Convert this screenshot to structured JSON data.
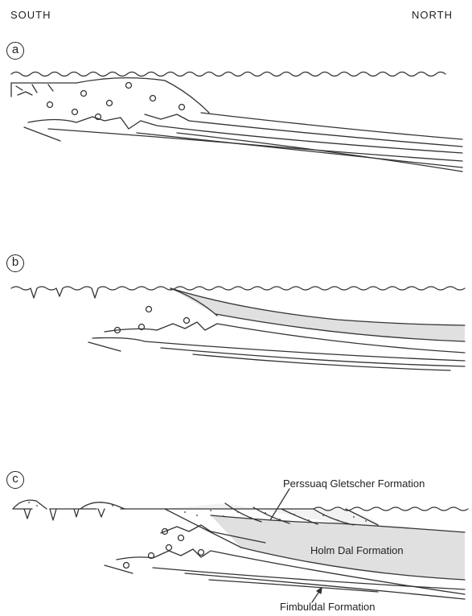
{
  "orientation": {
    "left": "SOUTH",
    "right": "NORTH"
  },
  "panels": [
    {
      "letter": "a"
    },
    {
      "letter": "b"
    },
    {
      "letter": "c"
    }
  ],
  "formations": {
    "upper": "Perssuaq Gletscher Formation",
    "middle": "Holm Dal Formation",
    "lower": "Fimbuldal Formation"
  },
  "colors": {
    "ink": "#333333",
    "fill": "#e0e0e0"
  }
}
